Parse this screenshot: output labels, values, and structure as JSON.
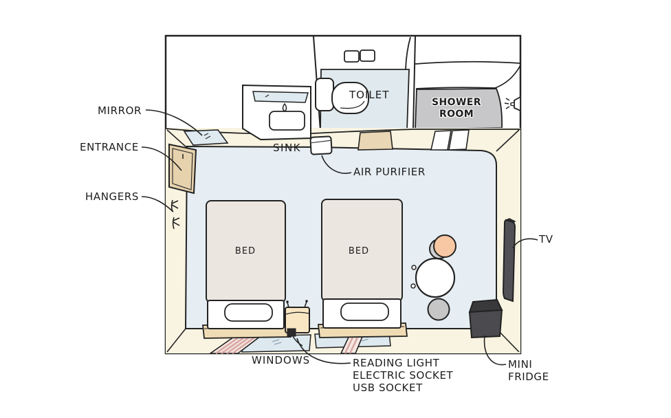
{
  "labels": {
    "mirror": "MIRROR",
    "entrance": "ENTRANCE",
    "hangers": "HANGERS",
    "sink": "SINK",
    "toilet": "TOILET",
    "shower_room": "SHOWER ROOM",
    "air_purifier": "AIR PURIFIER",
    "bed": "BED",
    "tv": "TV",
    "windows": "WINDOWS",
    "reading_light": "READING LIGHT",
    "electric_socket": "ELECTRIC SOCKET",
    "usb_socket": "USB SOCKET",
    "mini_fridge": "MINI FRIDGE"
  },
  "colors": {
    "outline": "#222222",
    "wall": "#f8f4e1",
    "floor": "#e6eef3",
    "bath_floor": "#e0eaee",
    "shower_floor": "#c7c7c9",
    "mirror": "#dfeaf0",
    "door_tan": "#e7d2ae",
    "mat_tan": "#e9d6b4",
    "bed": "#ece6e1",
    "wood": "#efdcb4",
    "nightstand": "#f9e6c3",
    "window": "#dde9ef",
    "curtain": "#f6e8e2",
    "curtain_stripe": "#d8a8a5",
    "chair_peach": "#f8c7a3",
    "chair_shadow": "#cfcfcf",
    "chair_gray": "#c6c6c6",
    "tv": "#515155",
    "fridge": "#4b4b4f",
    "fridge_top": "#39393c",
    "table": "#ffffff"
  }
}
